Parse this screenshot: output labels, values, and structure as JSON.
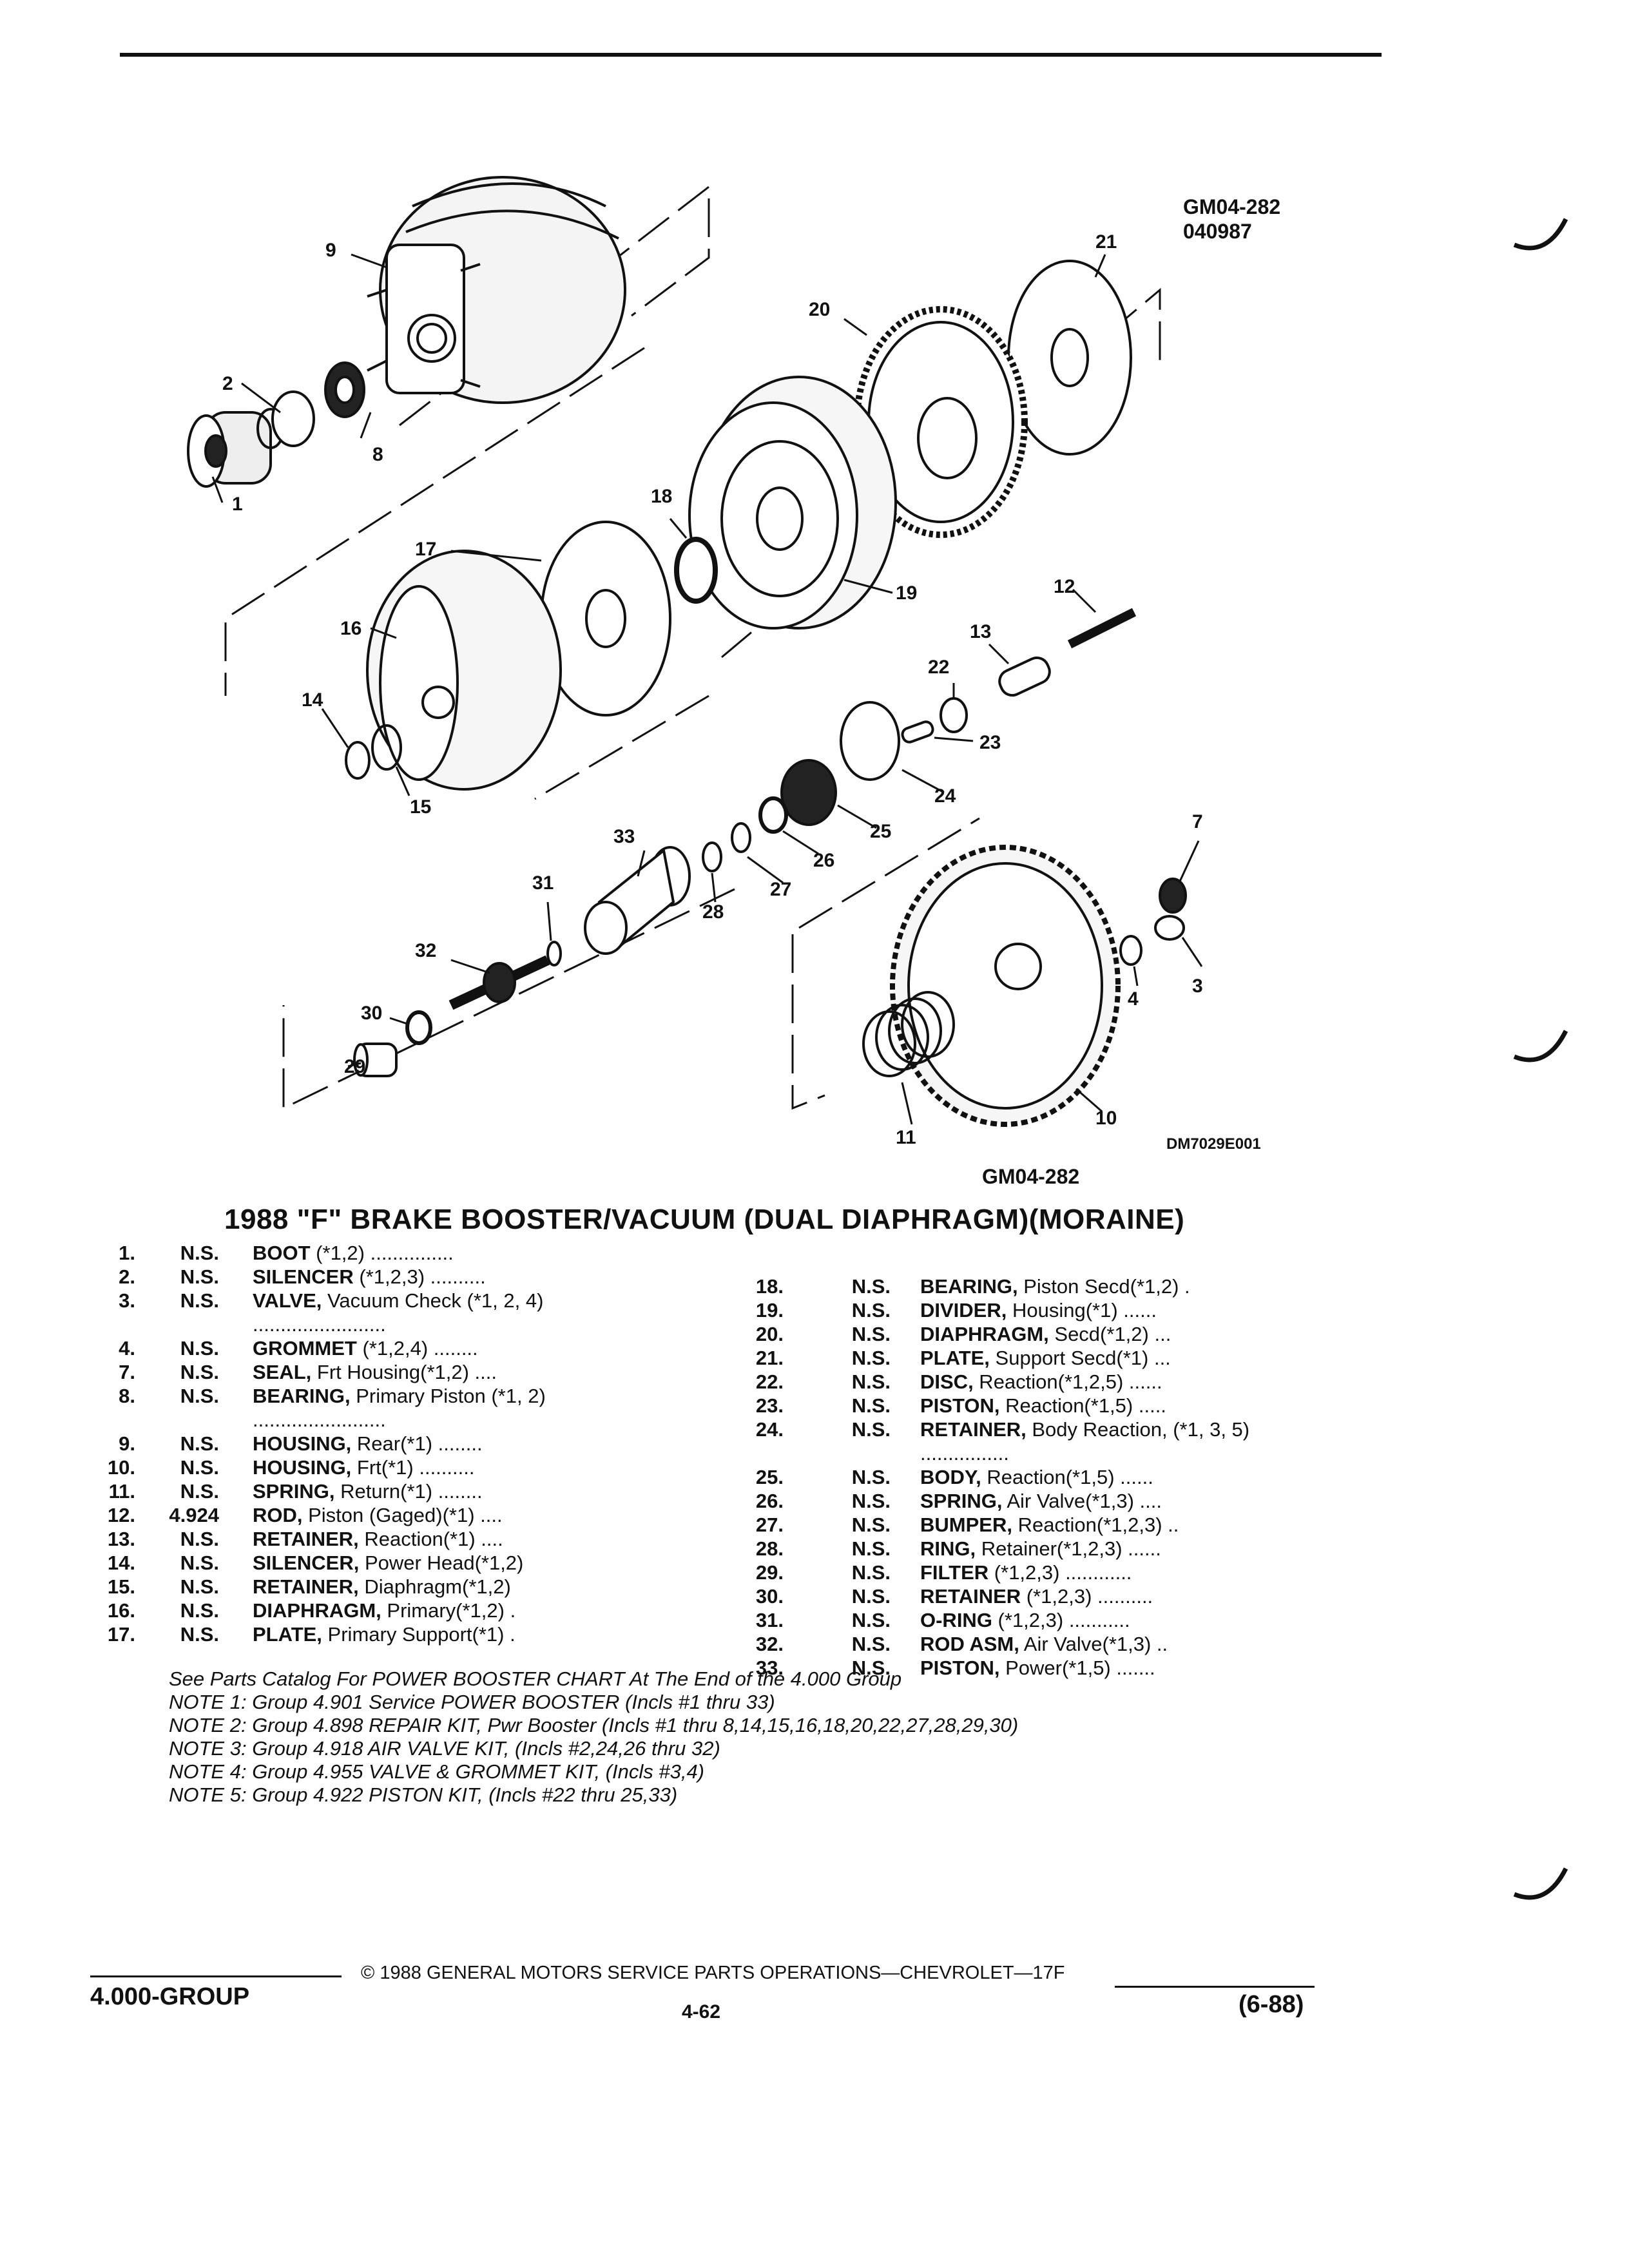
{
  "header": {
    "code_line1": "GM04-282",
    "code_line2": "040987"
  },
  "diagram": {
    "callouts": [
      "1",
      "2",
      "3",
      "4",
      "7",
      "8",
      "9",
      "10",
      "11",
      "12",
      "13",
      "14",
      "15",
      "16",
      "17",
      "18",
      "19",
      "20",
      "21",
      "22",
      "23",
      "24",
      "25",
      "26",
      "27",
      "28",
      "29",
      "30",
      "31",
      "32",
      "33"
    ],
    "drawing_number": "DM7029E001",
    "figure_ref": "GM04-282"
  },
  "title": "1988 \"F\" BRAKE BOOSTER/VACUUM (DUAL DIAPHRAGM)(MORAINE)",
  "parts_left": [
    {
      "num": "1.",
      "group": "N.S.",
      "name": "BOOT",
      "rest": " (*1,2) ..............."
    },
    {
      "num": "2.",
      "group": "N.S.",
      "name": "SILENCER",
      "rest": " (*1,2,3) .........."
    },
    {
      "num": "3.",
      "group": "N.S.",
      "name": "VALVE,",
      "rest": " Vacuum Check (*1, 2, 4) ........................"
    },
    {
      "num": "4.",
      "group": "N.S.",
      "name": "GROMMET",
      "rest": " (*1,2,4) ........"
    },
    {
      "num": "7.",
      "group": "N.S.",
      "name": "SEAL,",
      "rest": " Frt Housing(*1,2) ...."
    },
    {
      "num": "8.",
      "group": "N.S.",
      "name": "BEARING,",
      "rest": " Primary Piston (*1, 2) ........................"
    },
    {
      "num": "9.",
      "group": "N.S.",
      "name": "HOUSING,",
      "rest": " Rear(*1) ........"
    },
    {
      "num": "10.",
      "group": "N.S.",
      "name": "HOUSING,",
      "rest": " Frt(*1) .........."
    },
    {
      "num": "11.",
      "group": "N.S.",
      "name": "SPRING,",
      "rest": " Return(*1) ........"
    },
    {
      "num": "12.",
      "group": "4.924",
      "name": "ROD,",
      "rest": " Piston (Gaged)(*1) ...."
    },
    {
      "num": "13.",
      "group": "N.S.",
      "name": "RETAINER,",
      "rest": " Reaction(*1) ...."
    },
    {
      "num": "14.",
      "group": "N.S.",
      "name": "SILENCER,",
      "rest": " Power Head(*1,2)"
    },
    {
      "num": "15.",
      "group": "N.S.",
      "name": "RETAINER,",
      "rest": " Diaphragm(*1,2)"
    },
    {
      "num": "16.",
      "group": "N.S.",
      "name": "DIAPHRAGM,",
      "rest": " Primary(*1,2) ."
    },
    {
      "num": "17.",
      "group": "N.S.",
      "name": "PLATE,",
      "rest": " Primary Support(*1) ."
    }
  ],
  "parts_right": [
    {
      "num": "18.",
      "group": "N.S.",
      "name": "BEARING,",
      "rest": " Piston Secd(*1,2) ."
    },
    {
      "num": "19.",
      "group": "N.S.",
      "name": "DIVIDER,",
      "rest": " Housing(*1) ......"
    },
    {
      "num": "20.",
      "group": "N.S.",
      "name": "DIAPHRAGM,",
      "rest": " Secd(*1,2) ..."
    },
    {
      "num": "21.",
      "group": "N.S.",
      "name": "PLATE,",
      "rest": " Support Secd(*1) ..."
    },
    {
      "num": "22.",
      "group": "N.S.",
      "name": "DISC,",
      "rest": " Reaction(*1,2,5) ......"
    },
    {
      "num": "23.",
      "group": "N.S.",
      "name": "PISTON,",
      "rest": " Reaction(*1,5) ....."
    },
    {
      "num": "24.",
      "group": "N.S.",
      "name": "RETAINER,",
      "rest": " Body Reaction, (*1, 3, 5) ................"
    },
    {
      "num": "25.",
      "group": "N.S.",
      "name": "BODY,",
      "rest": " Reaction(*1,5) ......"
    },
    {
      "num": "26.",
      "group": "N.S.",
      "name": "SPRING,",
      "rest": " Air Valve(*1,3) ...."
    },
    {
      "num": "27.",
      "group": "N.S.",
      "name": "BUMPER,",
      "rest": " Reaction(*1,2,3) .."
    },
    {
      "num": "28.",
      "group": "N.S.",
      "name": "RING,",
      "rest": " Retainer(*1,2,3) ......"
    },
    {
      "num": "29.",
      "group": "N.S.",
      "name": "FILTER",
      "rest": " (*1,2,3) ............"
    },
    {
      "num": "30.",
      "group": "N.S.",
      "name": "RETAINER",
      "rest": " (*1,2,3) .........."
    },
    {
      "num": "31.",
      "group": "N.S.",
      "name": "O-RING",
      "rest": " (*1,2,3) ..........."
    },
    {
      "num": "32.",
      "group": "N.S.",
      "name": "ROD ASM,",
      "rest": " Air Valve(*1,3) .."
    },
    {
      "num": "33.",
      "group": "N.S.",
      "name": "PISTON,",
      "rest": " Power(*1,5) ......."
    }
  ],
  "notes": [
    "See Parts Catalog For POWER BOOSTER CHART At The End of the 4.000 Group",
    "NOTE 1: Group 4.901 Service POWER BOOSTER (Incls #1 thru 33)",
    "NOTE 2: Group 4.898 REPAIR KIT, Pwr Booster (Incls #1 thru 8,14,15,16,18,20,22,27,28,29,30)",
    "NOTE 3: Group 4.918 AIR VALVE KIT, (Incls #2,24,26 thru 32)",
    "NOTE 4: Group 4.955 VALVE & GROMMET KIT, (Incls #3,4)",
    "NOTE 5: Group 4.922 PISTON KIT, (Incls #22 thru 25,33)"
  ],
  "footer": {
    "copyright": "© 1988 GENERAL MOTORS SERVICE PARTS OPERATIONS—CHEVROLET—17F",
    "group": "4.000-GROUP",
    "page": "4-62",
    "date": "(6-88)"
  }
}
